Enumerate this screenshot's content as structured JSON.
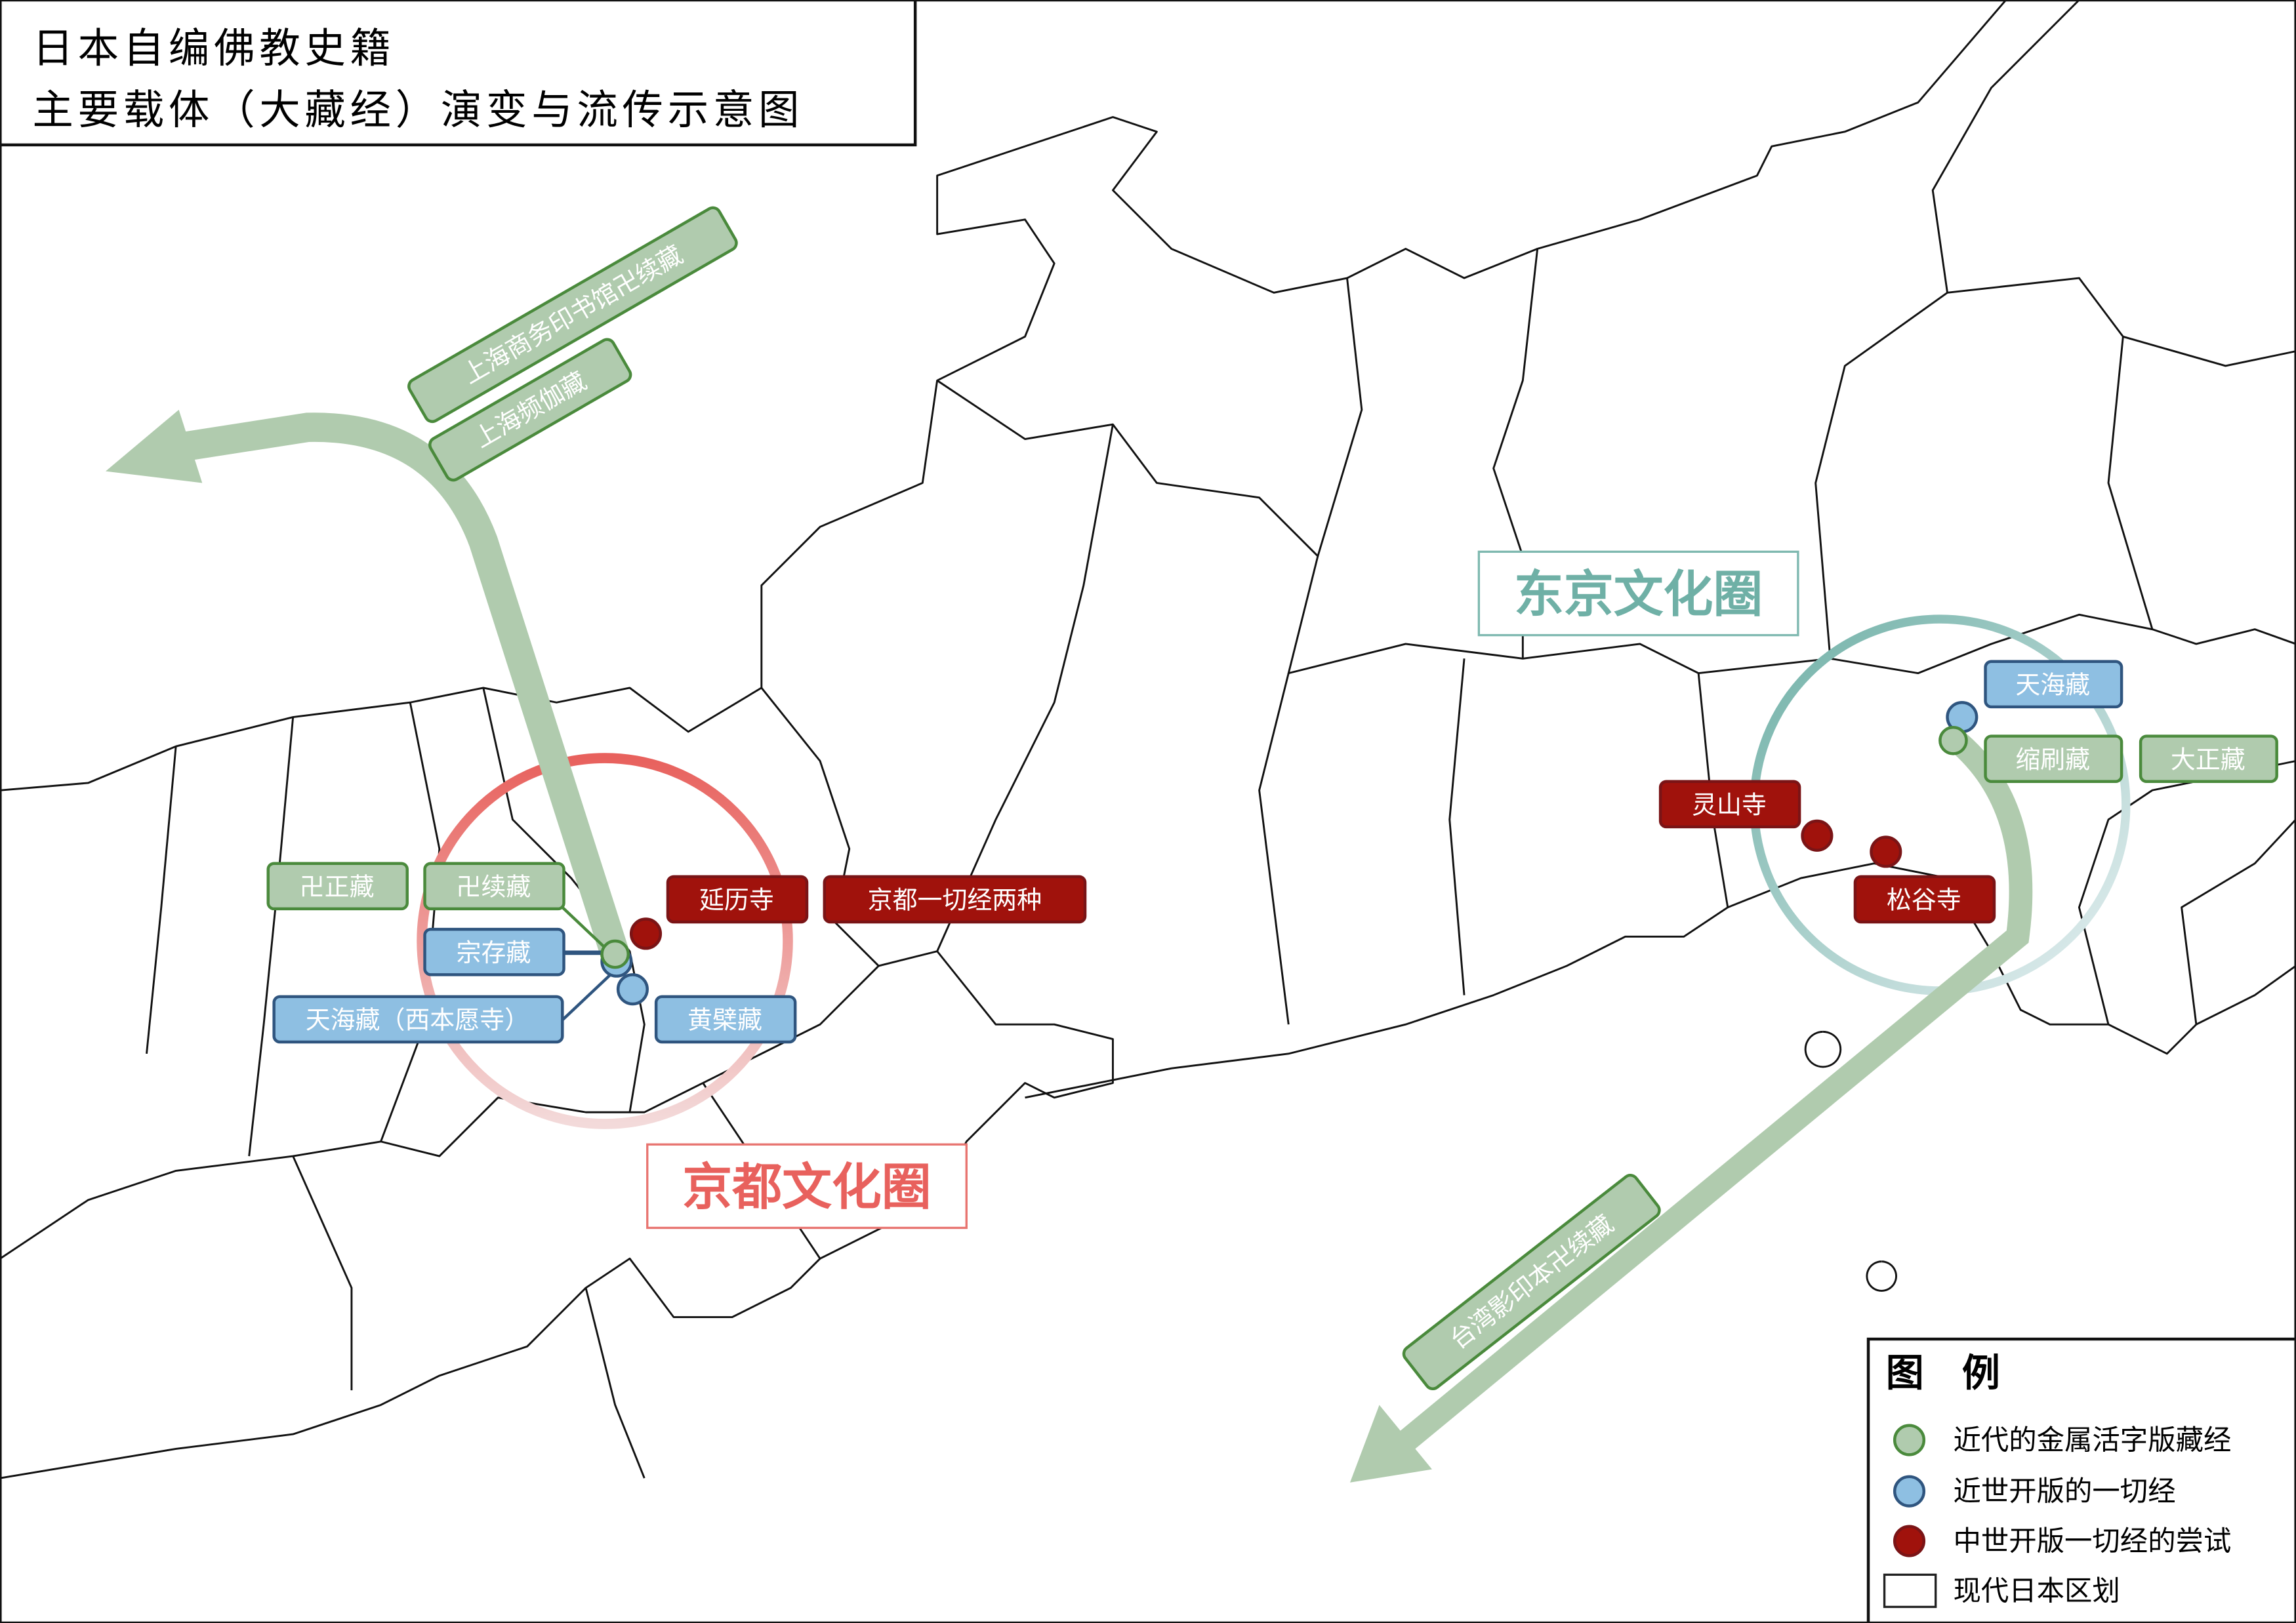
{
  "title": {
    "line1": "日本自编佛教史籍",
    "line2": "主要载体（大藏经）演变与流传示意图"
  },
  "regions": {
    "kyoto": "京都文化圈",
    "tokyo": "东京文化圈"
  },
  "colors": {
    "green_fill": "#b0cbae",
    "green_stroke": "#4a8a3c",
    "blue_fill": "#8ebfe2",
    "blue_stroke": "#2f557f",
    "red_fill": "#a0120c",
    "red_stroke": "#7a1416",
    "kyoto_ring": "#e87470",
    "tokyo_ring": "#7fb9b0"
  },
  "spread_labels": {
    "shanghai_commercial": "上海商务印书馆卍续藏",
    "shanghai_pinjia": "上海频伽藏",
    "taiwan": "台湾影印本卍续藏"
  },
  "kyoto_labels": {
    "manji_seizo": "卍正藏",
    "manji_zokuzo": "卍续藏",
    "sozonzo": "宗存藏",
    "tenkaizo_nishi": "天海藏（西本愿寺）",
    "obaku": "黄檗藏",
    "enryakuji": "延历寺",
    "kyoto_two": "京都一切经两种"
  },
  "tokyo_labels": {
    "tenkaizo": "天海藏",
    "shukusatsu": "缩刷藏",
    "taisho": "大正藏",
    "ryozenji": "灵山寺",
    "shoukokuji": "松谷寺"
  },
  "legend": {
    "title": "图　例",
    "items": [
      {
        "label": "近代的金属活字版藏经",
        "type": "green"
      },
      {
        "label": "近世开版的一切经",
        "type": "blue"
      },
      {
        "label": "中世开版一切经的尝试",
        "type": "red"
      },
      {
        "label": "现代日本区划",
        "type": "box"
      }
    ]
  }
}
